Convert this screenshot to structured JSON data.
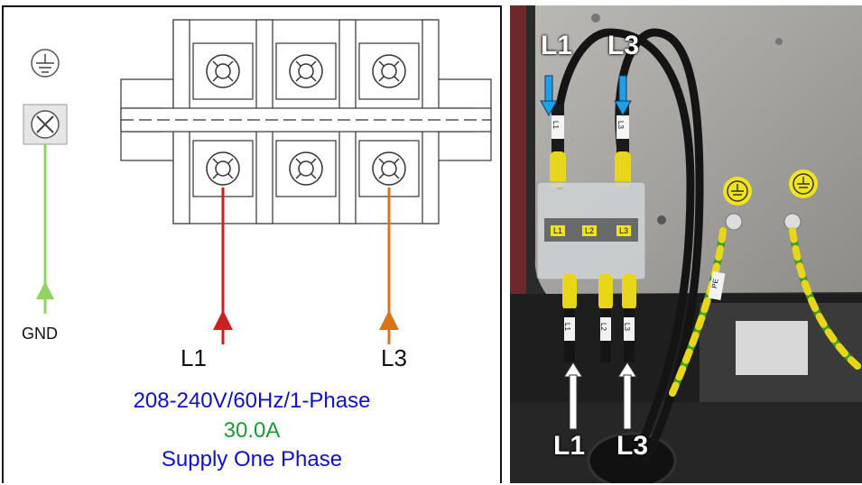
{
  "diagram": {
    "gnd_label": "GND",
    "line1_label": "L1",
    "line3_label": "L3",
    "voltage_spec": "208-240V/60Hz/1-Phase",
    "current_spec": "30.0A",
    "supply_text": "Supply One Phase",
    "colors": {
      "ground_wire": "#8fd460",
      "l1_wire": "#cc1f1f",
      "l3_wire": "#d9731a",
      "voltage_text": "#1010c8",
      "current_text": "#1a9a3a",
      "supply_text": "#1010c8"
    }
  },
  "photo": {
    "top_labels": [
      "L1",
      "L3"
    ],
    "bottom_labels": [
      "L1",
      "L3"
    ],
    "terminal_tags": [
      "L1",
      "L2",
      "L3"
    ],
    "wire_markers": [
      "L1",
      "L3"
    ],
    "lower_wire_markers": [
      "L1",
      "L2",
      "L3"
    ],
    "pe_marker": "PE",
    "colors": {
      "arrow_blue": "#1fa0e6",
      "arrow_white": "#ffffff",
      "ground_symbol_bg": "#f2e41c"
    }
  }
}
